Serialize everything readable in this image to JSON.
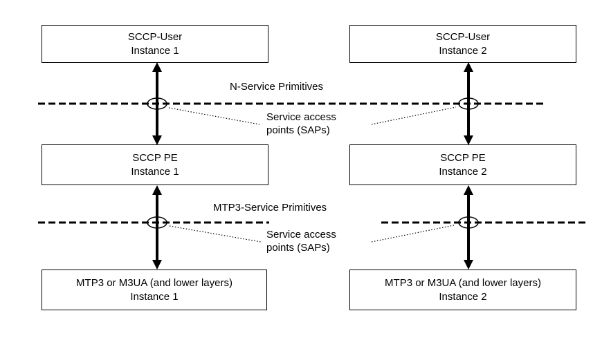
{
  "diagram": {
    "background_color": "#ffffff",
    "stroke_color": "#000000",
    "boxes": [
      {
        "line1": "SCCP-User",
        "line2": "Instance 1"
      },
      {
        "line1": "SCCP-User",
        "line2": "Instance 2"
      },
      {
        "line1": "SCCP PE",
        "line2": "Instance 1"
      },
      {
        "line1": "SCCP PE",
        "line2": "Instance 2"
      },
      {
        "line1": "MTP3 or M3UA (and lower layers)",
        "line2": "Instance 1"
      },
      {
        "line1": "MTP3 or M3UA (and lower layers)",
        "line2": "Instance 2"
      }
    ],
    "labels": {
      "n_service_primitives": "N-Service Primitives",
      "mtp3_service_primitives": "MTP3-Service Primitives",
      "sap_upper_line1": "Service access",
      "sap_upper_line2": "points (SAPs)",
      "sap_lower_line1": "Service access",
      "sap_lower_line2": "points (SAPs)"
    }
  }
}
